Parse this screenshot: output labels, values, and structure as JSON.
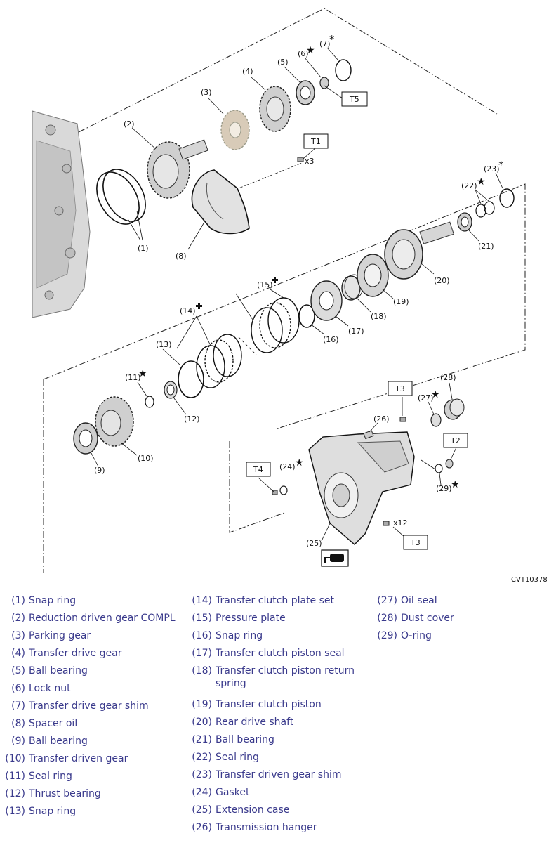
{
  "figure_code": "CVT10378",
  "callout_numbers": {
    "p1": "(1)",
    "p2": "(2)",
    "p3": "(3)",
    "p4": "(4)",
    "p5": "(5)",
    "p6": "(6)",
    "p7": "(7)",
    "p8": "(8)",
    "p9": "(9)",
    "p10": "(10)",
    "p11": "(11)",
    "p12": "(12)",
    "p13": "(13)",
    "p14": "(14)",
    "p15": "(15)",
    "p16": "(16)",
    "p17": "(17)",
    "p18": "(18)",
    "p19": "(19)",
    "p20": "(20)",
    "p21": "(21)",
    "p22": "(22)",
    "p23": "(23)",
    "p24": "(24)",
    "p25": "(25)",
    "p26": "(26)",
    "p27": "(27)",
    "p28": "(28)",
    "p29": "(29)"
  },
  "torque_labels": {
    "t1": "T1",
    "t2": "T2",
    "t3a": "T3",
    "t3b": "T3",
    "t4": "T4",
    "t5": "T5"
  },
  "quantity_labels": {
    "x3": "x3",
    "x12": "x12"
  },
  "symbols": {
    "star": "★",
    "asterisk": "*"
  },
  "legend": {
    "col1": [
      {
        "num": "(1)",
        "name": "Snap ring"
      },
      {
        "num": "(2)",
        "name": "Reduction driven gear COMPL"
      },
      {
        "num": "(3)",
        "name": "Parking gear"
      },
      {
        "num": "(4)",
        "name": "Transfer drive gear"
      },
      {
        "num": "(5)",
        "name": "Ball bearing"
      },
      {
        "num": "(6)",
        "name": "Lock nut"
      },
      {
        "num": "(7)",
        "name": "Transfer drive gear shim"
      },
      {
        "num": "(8)",
        "name": "Spacer oil"
      },
      {
        "num": "(9)",
        "name": "Ball bearing"
      },
      {
        "num": "(10)",
        "name": "Transfer driven gear"
      },
      {
        "num": "(11)",
        "name": "Seal ring"
      },
      {
        "num": "(12)",
        "name": "Thrust bearing"
      },
      {
        "num": "(13)",
        "name": "Snap ring"
      }
    ],
    "col2": [
      {
        "num": "(14)",
        "name": "Transfer clutch plate set"
      },
      {
        "num": "(15)",
        "name": "Pressure plate"
      },
      {
        "num": "(16)",
        "name": "Snap ring"
      },
      {
        "num": "(17)",
        "name": "Transfer clutch piston seal"
      },
      {
        "num": "(18)",
        "name": "Transfer clutch piston return spring"
      },
      {
        "num": "(19)",
        "name": "Transfer clutch piston"
      },
      {
        "num": "(20)",
        "name": "Rear drive shaft"
      },
      {
        "num": "(21)",
        "name": "Ball bearing"
      },
      {
        "num": "(22)",
        "name": "Seal ring"
      },
      {
        "num": "(23)",
        "name": "Transfer driven gear shim"
      },
      {
        "num": "(24)",
        "name": "Gasket"
      },
      {
        "num": "(25)",
        "name": "Extension case"
      },
      {
        "num": "(26)",
        "name": "Transmission hanger"
      }
    ],
    "col3": [
      {
        "num": "(27)",
        "name": "Oil seal"
      },
      {
        "num": "(28)",
        "name": "Dust cover"
      },
      {
        "num": "(29)",
        "name": "O-ring"
      }
    ]
  }
}
